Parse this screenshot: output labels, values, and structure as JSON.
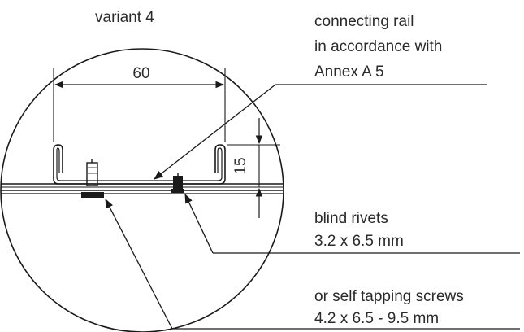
{
  "diagram": {
    "variant_label": "variant 4",
    "dimension_width": "60",
    "dimension_height": "15",
    "callouts": {
      "connecting_rail": {
        "line1": "connecting rail",
        "line2": "in accordance with",
        "line3": "Annex A 5"
      },
      "blind_rivets": {
        "line1": "blind rivets",
        "line2": "3.2 x 6.5 mm"
      },
      "screws": {
        "line1": "or self tapping screws",
        "line2": "4.2 x 6.5 - 9.5 mm"
      }
    },
    "colors": {
      "line": "#1a1a1a",
      "text": "#2a2a2a",
      "background": "#ffffff"
    }
  }
}
